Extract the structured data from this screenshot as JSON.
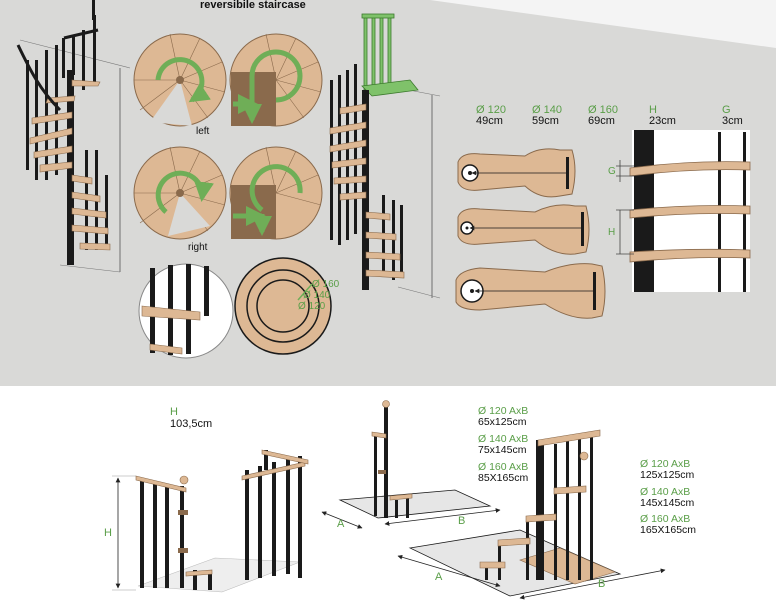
{
  "header": {
    "title": "reversibile staircase"
  },
  "rotation": {
    "left_label": "left",
    "right_label": "right"
  },
  "circle_sizes": {
    "labels": [
      "Ø 160",
      "Ø 140",
      "Ø 120"
    ]
  },
  "diameters": [
    {
      "label": "Ø 120",
      "value": "49cm"
    },
    {
      "label": "Ø 140",
      "value": "59cm"
    },
    {
      "label": "Ø 160",
      "value": "69cm"
    }
  ],
  "step_dims": [
    {
      "label": "H",
      "value": "23cm"
    },
    {
      "label": "G",
      "value": "3cm"
    }
  ],
  "step_markers": {
    "g": "G",
    "h": "H"
  },
  "railing": {
    "h_label": "H",
    "h_value": "103,5cm",
    "height_marker": "H"
  },
  "openings_small": {
    "items": [
      {
        "label": "Ø 120 AxB",
        "value": "65x125cm"
      },
      {
        "label": "Ø 140 AxB",
        "value": "75x145cm"
      },
      {
        "label": "Ø 160 AxB",
        "value": "85X165cm"
      }
    ],
    "a": "A",
    "b": "B"
  },
  "openings_large": {
    "items": [
      {
        "label": "Ø 120 AxB",
        "value": "125x125cm"
      },
      {
        "label": "Ø 140 AxB",
        "value": "145x145cm"
      },
      {
        "label": "Ø 160 AxB",
        "value": "165X165cm"
      }
    ],
    "a": "A",
    "b": "B"
  },
  "colors": {
    "panel_gray": "#d9d9d7",
    "wood": "#ddb894",
    "wood_edge": "#8a6a4c",
    "metal": "#1a1a1a",
    "accent_green": "#6fae57",
    "platform_green": "#7fc26a",
    "label_green": "#5a9e48",
    "top_right_white": "#f4f4f4"
  }
}
